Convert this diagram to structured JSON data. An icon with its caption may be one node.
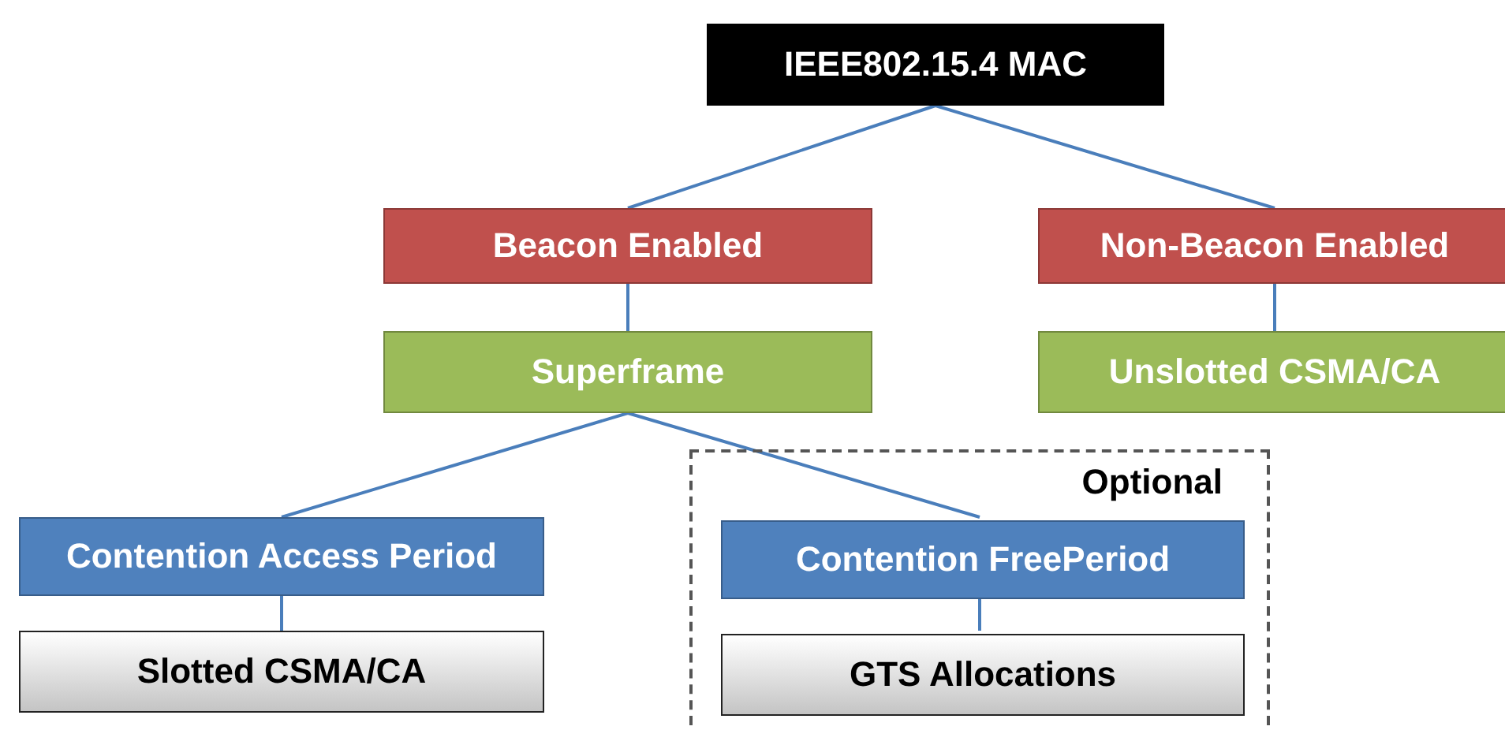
{
  "diagram": {
    "nodes": [
      {
        "text": [
          "IEEE802.15.4 MAC"
        ]
      },
      {
        "text": [
          "Beacon Enabled"
        ]
      },
      {
        "text": [
          "Non-Beacon Enabled"
        ]
      },
      {
        "text": [
          "Superframe"
        ]
      },
      {
        "text": [
          "Unslotted CSMA/CA"
        ]
      },
      {
        "text": [
          "Contention Access Period"
        ]
      },
      {
        "text": [
          "Optional"
        ]
      },
      {
        "text": [
          "Contention FreePeriod"
        ],
        "in": 6
      },
      {
        "text": [
          "Slotted CSMA/CA"
        ]
      },
      {
        "text": [
          "GTS Allocations"
        ],
        "in": 6
      }
    ],
    "edges": [
      {
        "from": 0,
        "to": 1,
        "arrow": "none"
      },
      {
        "from": 0,
        "to": 2,
        "arrow": "none"
      },
      {
        "from": 1,
        "to": 3,
        "arrow": "none"
      },
      {
        "from": 2,
        "to": 4,
        "arrow": "none"
      },
      {
        "from": 3,
        "to": 5,
        "arrow": "none"
      },
      {
        "from": 3,
        "to": 7,
        "arrow": "none"
      },
      {
        "from": 5,
        "to": 8,
        "arrow": "none"
      },
      {
        "from": 7,
        "to": 9,
        "arrow": "none"
      }
    ]
  }
}
